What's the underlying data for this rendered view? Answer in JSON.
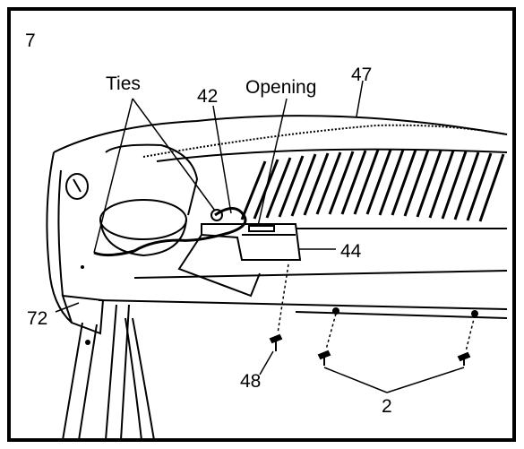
{
  "figure": {
    "step_number": "7",
    "callouts": {
      "ties": "Ties",
      "part_42": "42",
      "opening": "Opening",
      "part_47": "47",
      "part_44": "44",
      "part_72": "72",
      "part_48": "48",
      "part_2": "2"
    }
  }
}
